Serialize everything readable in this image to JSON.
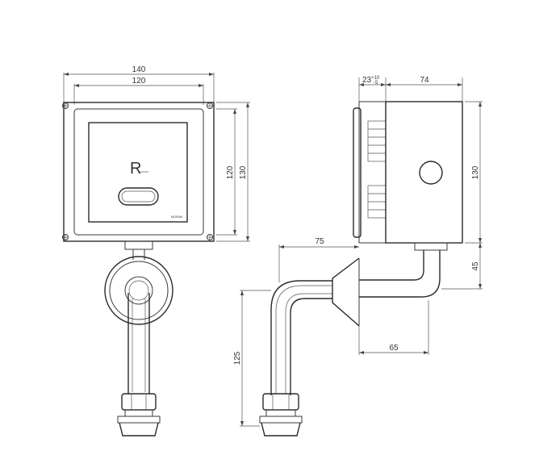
{
  "front_view": {
    "dim_outer_width": "140",
    "dim_inner_width": "120",
    "dim_inner_height": "120",
    "dim_outer_height": "130",
    "logo_letter": "R",
    "brand_mark": "NOFAM"
  },
  "side_view": {
    "dim_flange_base": "23",
    "dim_flange_tol_upper": "+10",
    "dim_flange_tol_lower": "-5",
    "dim_body_depth": "74",
    "dim_body_height": "130",
    "dim_pipe_offset": "75",
    "dim_outlet_drop": "45",
    "dim_pipe_length": "125",
    "dim_bottom_width": "65"
  }
}
